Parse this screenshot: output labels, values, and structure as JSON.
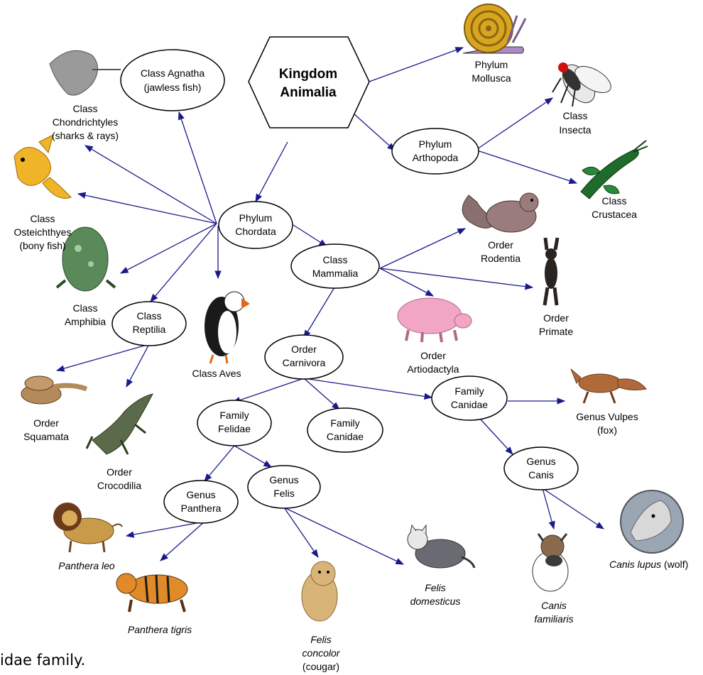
{
  "root": {
    "line1": "Kingdom",
    "line2": "Animalia"
  },
  "nodes": {
    "agnatha": {
      "line1": "Class Agnatha",
      "line2": "(jawless fish)"
    },
    "chordata": {
      "line1": "Phylum",
      "line2": "Chordata"
    },
    "arthropoda": {
      "line1": "Phylum",
      "line2": "Arthopoda"
    },
    "mammalia": {
      "line1": "Class",
      "line2": "Mammalia"
    },
    "reptilia": {
      "line1": "Class",
      "line2": "Reptilia"
    },
    "carnivora": {
      "line1": "Order",
      "line2": "Carnivora"
    },
    "felidae": {
      "line1": "Family",
      "line2": "Felidae"
    },
    "canidae_mid": {
      "line1": "Family",
      "line2": "Canidae"
    },
    "canidae_right": {
      "line1": "Family",
      "line2": "Canidae"
    },
    "panthera": {
      "line1": "Genus",
      "line2": "Panthera"
    },
    "felis": {
      "line1": "Genus",
      "line2": "Felis"
    },
    "canis": {
      "line1": "Genus",
      "line2": "Canis"
    }
  },
  "labels": {
    "mollusca": {
      "line1": "Phylum",
      "line2": "Mollusca"
    },
    "insecta": {
      "line1": "Class",
      "line2": "Insecta"
    },
    "crustacea": {
      "line1": "Class",
      "line2": "Crustacea"
    },
    "chondrichthyes": {
      "line1": "Class",
      "line2": "Chondrichtyles",
      "line3": "(sharks & rays)"
    },
    "osteichthyes": {
      "line1": "Class",
      "line2": "Osteichthyes",
      "line3": "(bony fish)"
    },
    "amphibia": {
      "line1": "Class",
      "line2": "Amphibia"
    },
    "aves": {
      "line1": "Class Aves"
    },
    "rodentia": {
      "line1": "Order",
      "line2": "Rodentia"
    },
    "primate": {
      "line1": "Order",
      "line2": "Primate"
    },
    "artiodactyla": {
      "line1": "Order",
      "line2": "Artiodactyla"
    },
    "squamata": {
      "line1": "Order",
      "line2": "Squamata"
    },
    "crocodilia": {
      "line1": "Order",
      "line2": "Crocodilia"
    },
    "vulpes": {
      "line1": "Genus Vulpes",
      "line2": "(fox)"
    },
    "panthera_leo": {
      "line1": "Panthera leo"
    },
    "panthera_tigris": {
      "line1": "Panthera tigris"
    },
    "felis_concolor": {
      "line1": "Felis",
      "line2": "concolor",
      "line3": "(cougar)"
    },
    "felis_domesticus": {
      "line1": "Felis",
      "line2": "domesticus"
    },
    "canis_familiaris": {
      "line1": "Canis",
      "line2": "familiaris"
    },
    "canis_lupus": {
      "line1": "Canis lupus",
      "line2": "(wolf)"
    }
  },
  "caption": "idae family.",
  "colors": {
    "arrow": "#1a1a8c",
    "node_fill": "#ffffff",
    "node_stroke": "#000000"
  }
}
